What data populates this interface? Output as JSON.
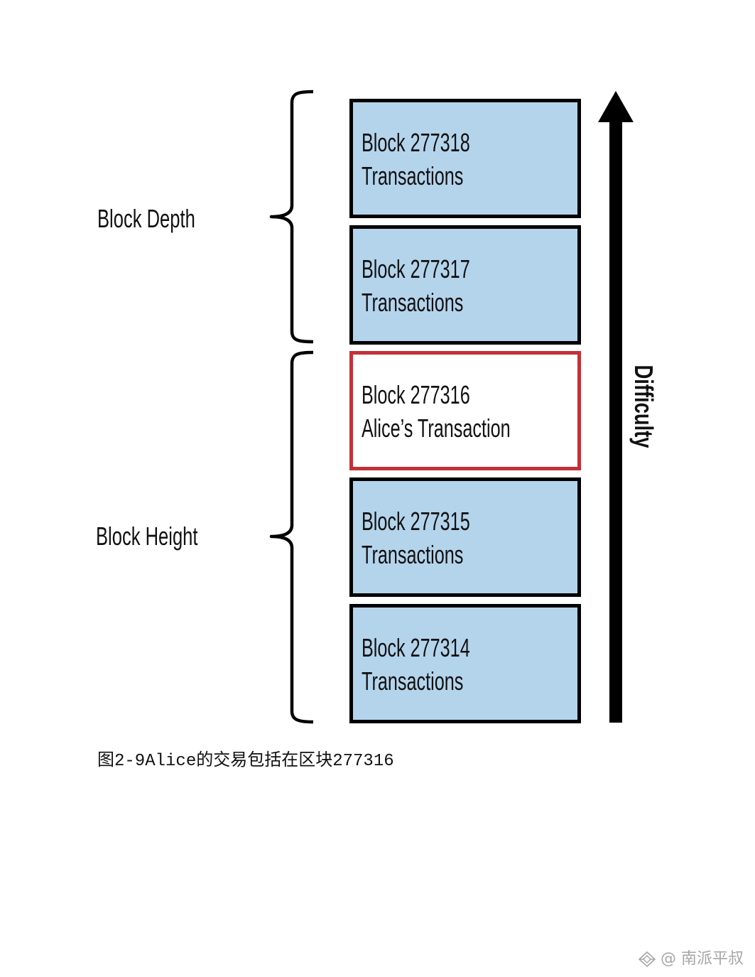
{
  "labels": {
    "block_depth": "Block Depth",
    "block_height": "Block Height",
    "difficulty": "Difficulty"
  },
  "blocks": [
    {
      "title": "Block 277318",
      "content": "Transactions",
      "highlighted": false
    },
    {
      "title": "Block 277317",
      "content": "Transactions",
      "highlighted": false
    },
    {
      "title": "Block 277316",
      "content": "Alice’s Transaction",
      "highlighted": true
    },
    {
      "title": "Block 277315",
      "content": "Transactions",
      "highlighted": false
    },
    {
      "title": "Block 277314",
      "content": "Transactions",
      "highlighted": false
    }
  ],
  "caption": "图2-9Alice的交易包括在区块277316",
  "watermark": {
    "text": "@ 南派平叔",
    "icon": "watermark-logo-icon"
  },
  "colors": {
    "block_fill": "#b4d4ec",
    "block_border": "#000000",
    "highlight_border": "#c23038",
    "arrow": "#000000",
    "watermark": "#a6a6a6"
  }
}
